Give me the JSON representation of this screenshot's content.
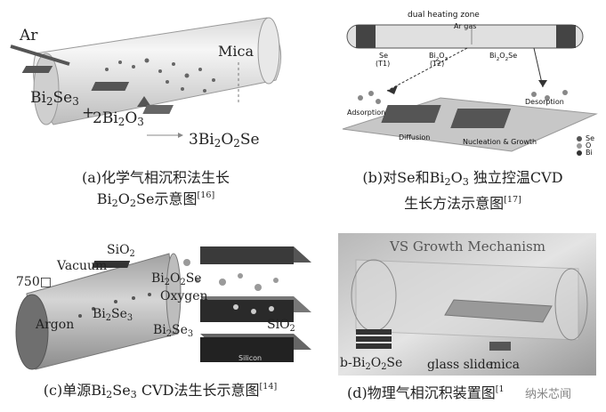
{
  "panel_a": {
    "gas": "Ar",
    "substrate": "Mica",
    "reactant1": "Bi2Se3",
    "plus": "+",
    "reactant2": "2Bi2O3",
    "product": "3Bi2O2Se",
    "caption_prefix": "(a)化学气相沉积法生长",
    "caption_line2_formula": "Bi2O2Se",
    "caption_line2_text": "示意图",
    "caption_ref": "[16]"
  },
  "panel_b": {
    "zone_label": "dual heating zone",
    "gas": "Ar gas",
    "se_label": "Se",
    "t1": "(T1)",
    "bi2o3_label": "Bi2O3",
    "t2": "(T2)",
    "product_label": "Bi2O2Se",
    "adsorption": "Adsorption",
    "desorption": "Desorption",
    "diffusion": "Diffusion",
    "nucleation": "Nucleation & Growth",
    "legend": [
      "Se",
      "O",
      "Bi"
    ],
    "caption_prefix": "(b)对Se和",
    "caption_formula": "Bi2O3",
    "caption_suffix": " 独立控温CVD",
    "caption_line2": "生长方法示意图",
    "caption_ref": "[17]"
  },
  "panel_c": {
    "temperature": "750□",
    "vacuum": "Vacuum",
    "sio2_top": "SiO2",
    "product": "Bi2O2Se",
    "oxygen": "Oxygen",
    "argon": "Argon",
    "source_tube": "Bi2Se3",
    "source_right": "Bi2Se3",
    "sio2_right": "SiO2",
    "silicon": "Silicon",
    "caption_prefix": "(c)单源",
    "caption_formula": "Bi2Se3",
    "caption_suffix": " CVD法生长示意图",
    "caption_ref": "[14]"
  },
  "panel_d": {
    "title": "VS Growth Mechanism",
    "labels": [
      "b-Bi2O2Se",
      "glass slide",
      "mica"
    ],
    "caption": "(d)物理气相沉积装置图",
    "caption_ref": "[1",
    "watermark": "纳米芯闻"
  }
}
